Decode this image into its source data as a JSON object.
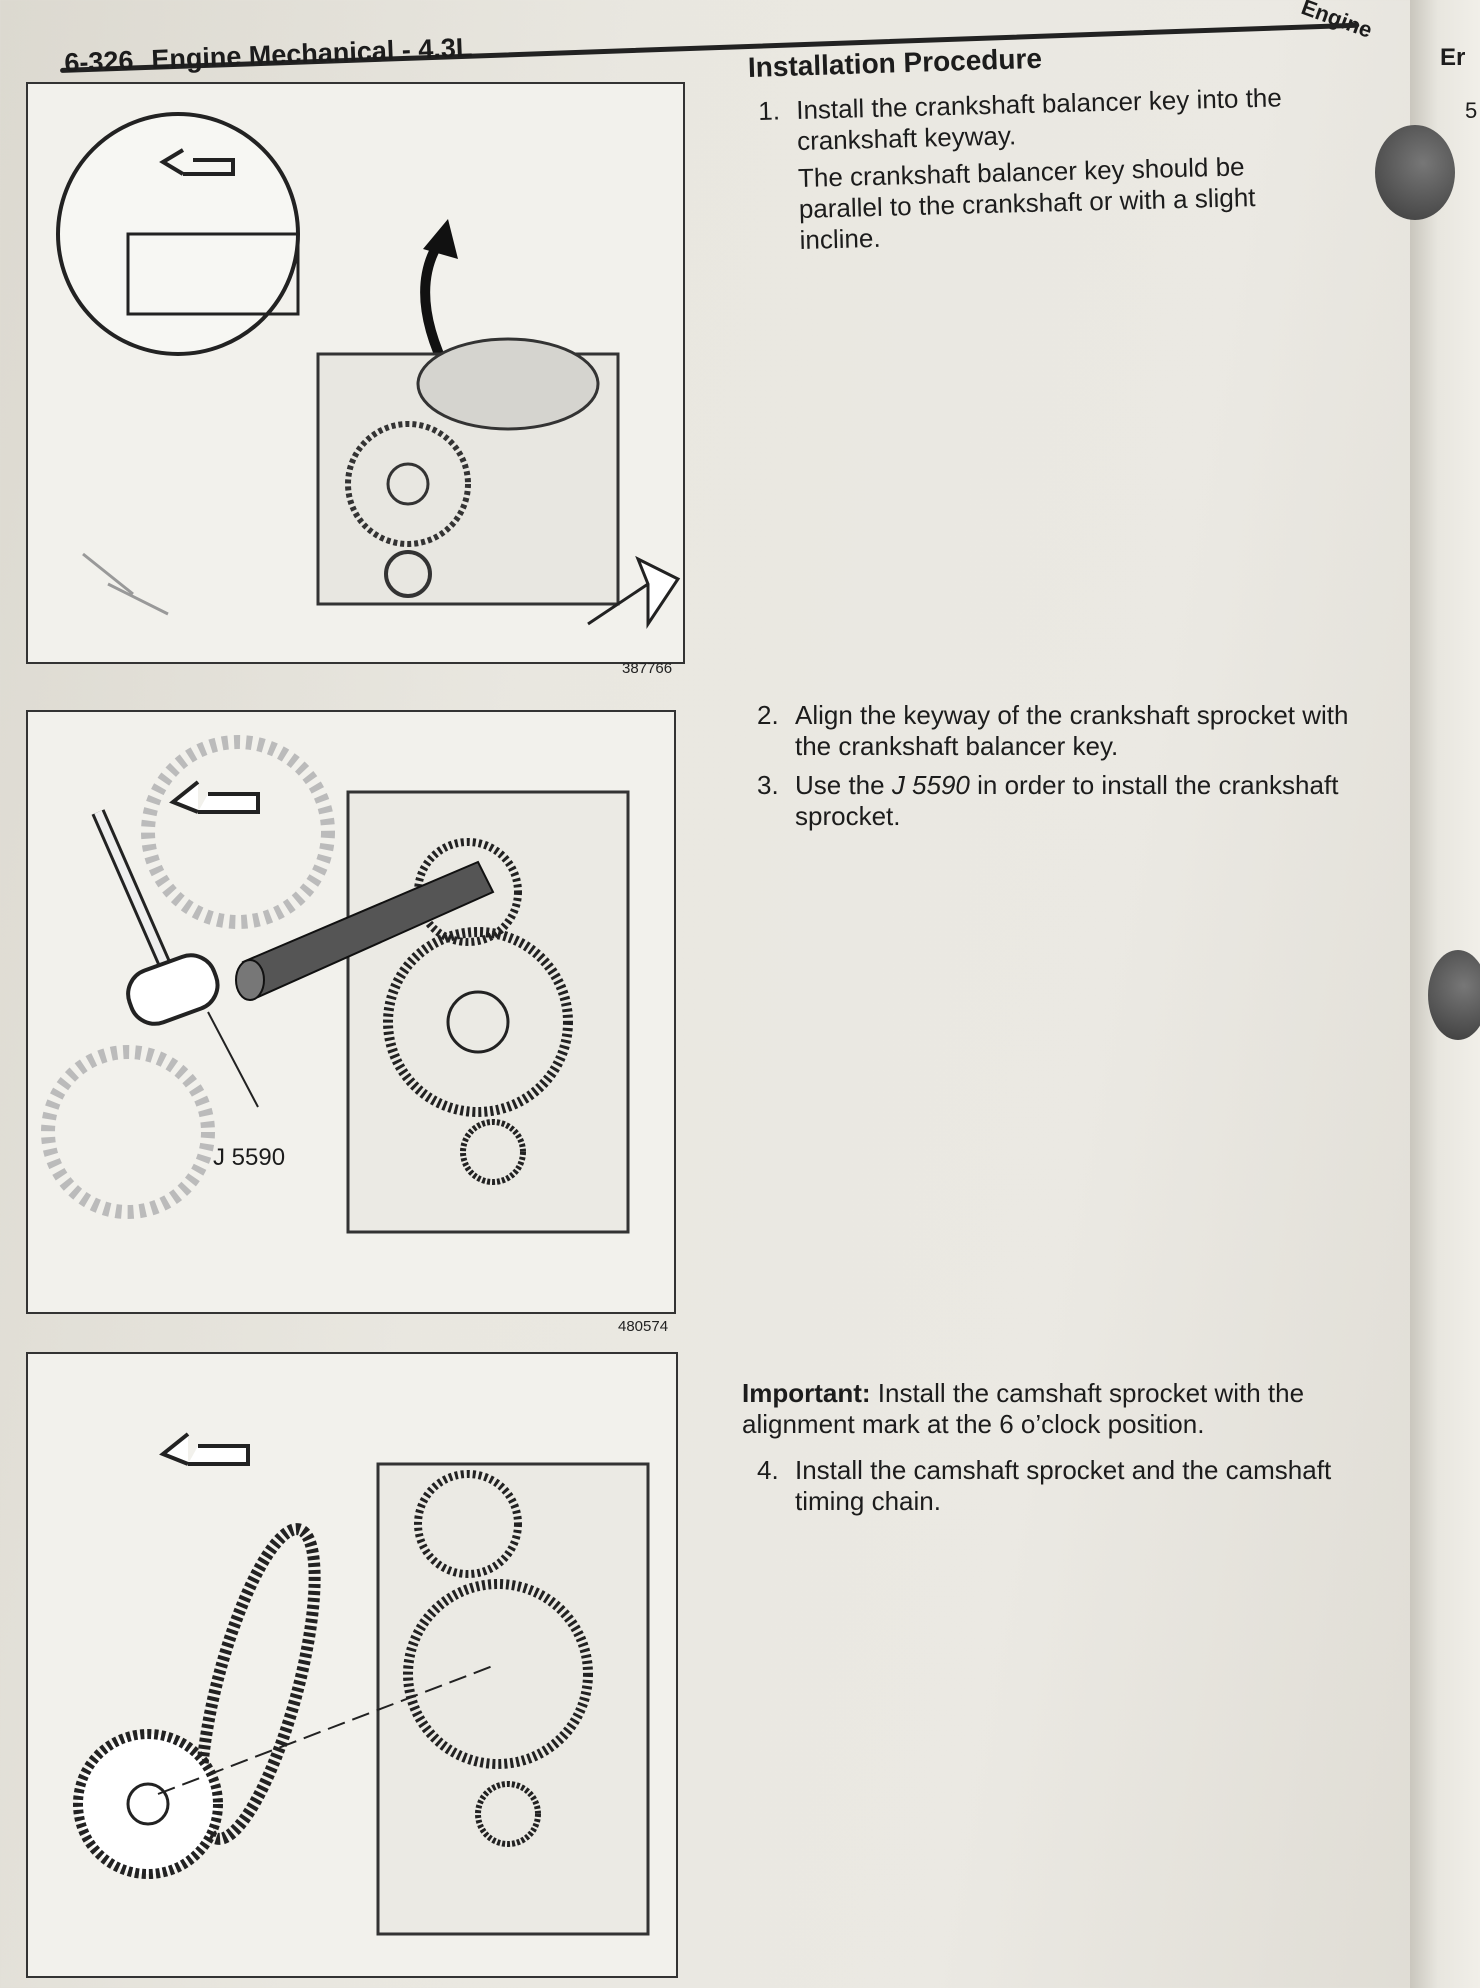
{
  "header": {
    "page_number": "6-326",
    "title": "Engine Mechanical - 4.3L",
    "running_tab": "Engine"
  },
  "right_page": {
    "tab": "Er",
    "number": "5"
  },
  "section": {
    "title": "Installation Procedure"
  },
  "steps": [
    {
      "number": "1.",
      "text": "Install the crankshaft balancer key into the crankshaft keyway.",
      "note": "The crankshaft balancer key should be parallel to the crankshaft or with a slight incline."
    },
    {
      "number": "2.",
      "text": "Align the keyway of the crankshaft sprocket with the crankshaft balancer key."
    },
    {
      "number": "3.",
      "text_before": "Use the ",
      "tool": "J 5590",
      "text_after": " in order to install the crankshaft sprocket."
    },
    {
      "number": "4.",
      "text": "Install the camshaft sprocket and the camshaft timing chain."
    }
  ],
  "important": {
    "label": "Important:",
    "text": " Install the camshaft sprocket with the alignment mark at the 6 o’clock position."
  },
  "figures": [
    {
      "id": "387766"
    },
    {
      "id": "480574",
      "callout": "J 5590"
    },
    {
      "id": ""
    }
  ]
}
